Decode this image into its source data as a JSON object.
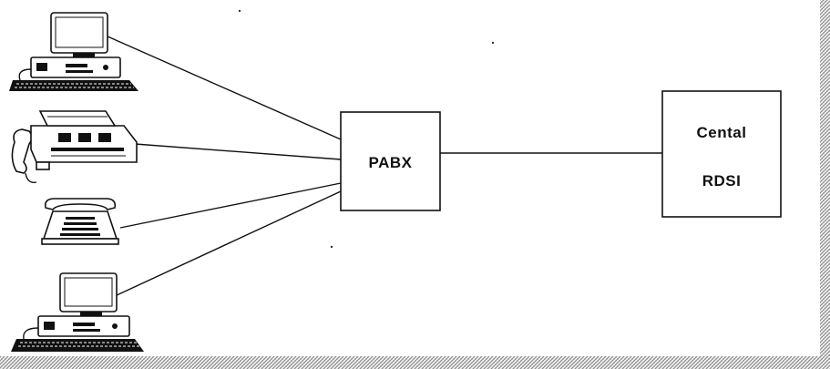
{
  "diagram": {
    "nodes": {
      "pabx": {
        "label": "PABX"
      },
      "central": {
        "line1": "Cental",
        "line2": "RDSI"
      }
    },
    "devices": [
      {
        "icon": "computer-icon"
      },
      {
        "icon": "fax-machine-icon"
      },
      {
        "icon": "telephone-icon"
      },
      {
        "icon": "computer-icon"
      }
    ],
    "colors": {
      "line": "#111111",
      "background": "#ffffff",
      "hatch": "#9a9a9a"
    }
  }
}
